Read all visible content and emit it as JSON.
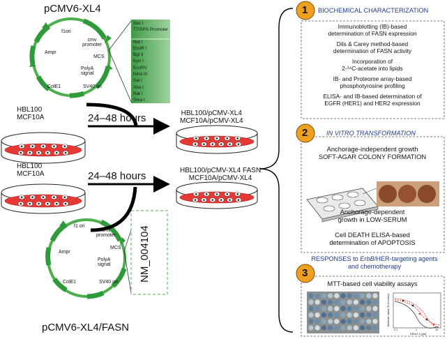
{
  "plasmids": {
    "top": {
      "title": "pCMV6-XL4",
      "f1ori": "f1ori",
      "ampr": "Ampr",
      "cmv_promoter": "cmv\npromoter",
      "mcs": "MCS",
      "polya": "PolyA\nsignal",
      "cole1": "ColE1",
      "sv40": "SV40 ori",
      "mcs_sites": [
        "Sac I",
        "T7/SPS Promoter",
        "Not I",
        "EcoR I",
        "Bgl II",
        "Kpn I",
        "EcoRV",
        "Hind III",
        "Sal I",
        "Xba I",
        "Nat I",
        "Sma I"
      ]
    },
    "bottom": {
      "title": "pCMV6-XL4/FASN",
      "f1ori": "f1 ori",
      "ampr": "Ampr",
      "cmv_promoter": "cmv\npromoter",
      "mcs": "MCS",
      "polya": "PolyA\nsignal",
      "cole1": "ColE1",
      "sv40": "SV40 ori",
      "insert": "NM_004104"
    }
  },
  "cells": {
    "left_top": "HBL100\nMCF10A",
    "left_bottom": "HBL100\nMCF10A",
    "right_top": "HBL100/pCMV-XL4\nMCF10A/pCMV-XL4",
    "right_bottom": "HBL100/pCMV-XL4 FASN\nMCF10A/pCMV-XL4",
    "hours_top": "24–48 hours",
    "hours_bottom": "24–48 hours"
  },
  "sections": {
    "s1": {
      "number": "1",
      "heading": "BIOCHEMICAL CHARACTERIZATION",
      "items": [
        "Immunoblotting (IB)-based\ndetermination of FASN expression",
        "Dils & Carey method-based\ndetermination of FASN activity",
        "Incorporation of\n2-¹⁴C-acetate into lipids",
        "IB- and Proteome array-based\nphosphotyrosine profiling",
        "ELISA- and IB-based determination of\nEGFR (HER1) and HER2 expression"
      ]
    },
    "s2": {
      "number": "2",
      "heading": "IN VITRO TRANSFORMATION",
      "items": [
        "Anchorage-independent growth\nSOFT-AGAR COLONY FORMATION",
        "Anchorage-dependent\ngrowth in LOW-SERUM",
        "Cell DEATH ELISA-based\ndetermination of APOPTOSIS"
      ]
    },
    "s3": {
      "number": "3",
      "heading_prefix": "RESPONSES to ",
      "heading_ital": "ErbB",
      "heading_suffix": "/HER-targeting agents",
      "heading_line2": "and chemotherapy",
      "item": "MTT-based cell viability assays",
      "chart_ylabel": "Metabolic status (% of control)",
      "chart_xlabel": "DRUG 1 (μM)",
      "chart_ticks": [
        "0.1",
        "1",
        "10"
      ]
    }
  },
  "colors": {
    "green": "#4cae4c",
    "dark_green": "#2e7d32",
    "orange": "#f0a020",
    "heading_blue": "#1f3a8c",
    "dish_red": "#e53935",
    "arrow": "#000000"
  }
}
